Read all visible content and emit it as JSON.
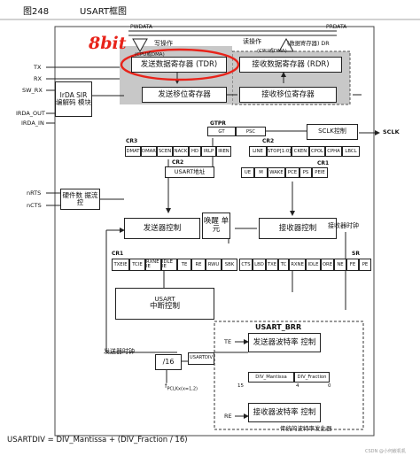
{
  "header": {
    "figure_no": "图248",
    "title": "USART框图"
  },
  "top": {
    "pwdata": "PWDATA",
    "prdata": "PRDATA",
    "write_op": "写操作",
    "read_op": "读操作",
    "data_reg_label": "(数据寄存器) DR",
    "cpu_dma_left": "(CPU或DMA)",
    "cpu_dma_right": "(CPU或DMA)",
    "handwritten": "8bit"
  },
  "blocks": {
    "tdr": "发送数据寄存器 (TDR)",
    "rdr": "接收数据寄存器 (RDR)",
    "tx_shift": "发送移位寄存器",
    "rx_shift": "接收移位寄存器",
    "irda": "IrDA SIR 编解码 模块",
    "hw_flow": "硬件数 据流控",
    "tx_ctrl": "发送器控制",
    "wakeup": "唤醒 单元",
    "rx_ctrl": "接收器控制",
    "irq_title": "USART",
    "irq_body": "中断控制",
    "tx_rate": "发送器波特率 控制",
    "rx_rate": "接收器波特率 控制",
    "div16": "/16",
    "usartdiv": "USARTDIV",
    "sclk_ctrl": "SCLK控制"
  },
  "pins": {
    "tx": "TX",
    "rx": "RX",
    "sw_rx": "SW_RX",
    "irda_out": "IRDA_OUT",
    "irda_in": "IRDA_IN",
    "nrts": "nRTS",
    "ncts": "nCTS",
    "sclk": "SCLK"
  },
  "registers": {
    "gtpr": "GTPR",
    "gt": "GT",
    "psc": "PSC",
    "cr3": "CR3",
    "cr3_bits": [
      "DMAT",
      "DMAR",
      "SCEN",
      "NACK",
      "HD",
      "IRLP",
      "IREN"
    ],
    "cr2": "CR2",
    "cr2_bits": [
      "LINE",
      "STOP[1:0]",
      "CKEN",
      "CPOL",
      "CPHA",
      "LBCL"
    ],
    "cr2_addr": "USART地址",
    "cr2_label": "CR2",
    "cr1": "CR1",
    "cr1_bits": [
      "UE",
      "M",
      "WAKE",
      "PCE",
      "PS",
      "PEIE"
    ],
    "cr1b": "CR1",
    "cr1b_bits": [
      "TXEIE",
      "TCIE",
      "RXNE IE",
      "IDLE IE",
      "TE",
      "RE",
      "RWU",
      "SBK"
    ],
    "sr": "SR",
    "sr_bits": [
      "CTS",
      "LBD",
      "TXE",
      "TC",
      "RXNE",
      "IDLE",
      "ORE",
      "NE",
      "FE",
      "PE"
    ],
    "brr": "USART_BRR",
    "div_mantissa": "DIV_Mantissa",
    "div_fraction": "DIV_Fraction",
    "brr_15": "15",
    "brr_0": "0",
    "brr_4": "4"
  },
  "labels": {
    "rx_clock": "接收器时钟",
    "tx_clock": "发送器时钟",
    "te": "TE",
    "re": "RE",
    "fpclk": "f",
    "fpclk_sub": "PCLKx(x=1,2)",
    "rate_gen": "传统的波特率发生器",
    "formula": "USARTDIV = DIV_Mantissa + (DIV_Fraction / 16)",
    "watermark": "CSDN @小何嵌机机"
  },
  "colors": {
    "shade": "#c8c8c8",
    "highlight": "#e8231a",
    "line": "#222222"
  }
}
